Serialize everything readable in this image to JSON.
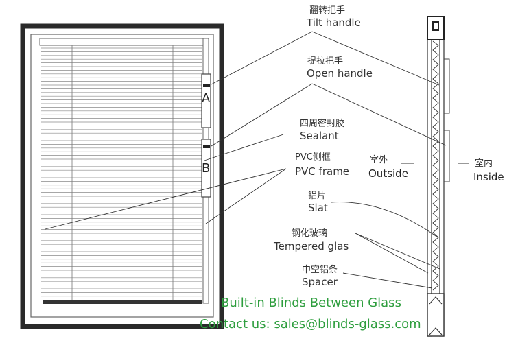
{
  "labels": {
    "tilt_handle": {
      "zh": "翻转把手",
      "en": "Tilt handle"
    },
    "open_handle": {
      "zh": "提拉把手",
      "en": "Open handle"
    },
    "sealant": {
      "zh": "四周密封胶",
      "en": "Sealant"
    },
    "pvc_frame": {
      "zh": "PVC侧框",
      "en": "PVC frame"
    },
    "outside": {
      "zh": "室外",
      "en": "Outside"
    },
    "inside": {
      "zh": "室内",
      "en": "Inside"
    },
    "slat": {
      "zh": "铝片",
      "en": "Slat"
    },
    "tempered_glass": {
      "zh": "钢化玻璃",
      "en": "Tempered glas"
    },
    "spacer": {
      "zh": "中空铝条",
      "en": "Spacer"
    }
  },
  "handle_markers": {
    "a": "A",
    "b": "B"
  },
  "footer": {
    "title": "Built-in Blinds Between Glass",
    "contact": "Contact us:  sales@blinds-glass.com"
  },
  "colors": {
    "line": "#333333",
    "footer_text": "#2e9e3e"
  }
}
